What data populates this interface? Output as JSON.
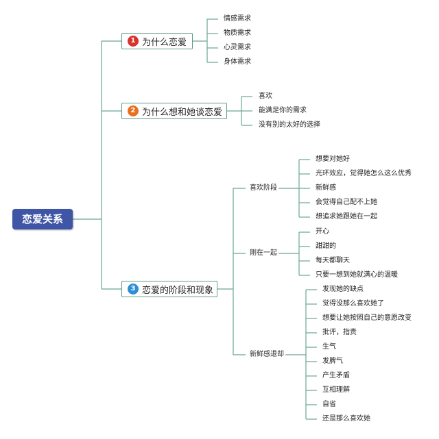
{
  "root": {
    "text": "恋爱关系"
  },
  "branch1": {
    "number": "1",
    "number_color": "#d9342b",
    "text": "为什么恋爱",
    "items": [
      "情感需求",
      "物质需求",
      "心灵需求",
      "身体需求"
    ]
  },
  "branch2": {
    "number": "2",
    "number_color": "#e8711f",
    "text": "为什么想和她谈恋爱",
    "items": [
      "喜欢",
      "能满足你的需求",
      "没有别的太好的选择"
    ]
  },
  "branch3": {
    "number": "3",
    "number_color": "#2f8fd6",
    "text": "恋爱的阶段和现象",
    "stages": [
      {
        "label": "喜欢阶段",
        "items": [
          "想要对她好",
          "光环效应，觉得她怎么这么优秀",
          "新鲜感",
          "会觉得自己配不上她",
          "想追求她跟她在一起"
        ]
      },
      {
        "label": "刚在一起",
        "items": [
          "开心",
          "甜甜的",
          "每天都聊天",
          "只要一想到她就满心的温暖"
        ]
      },
      {
        "label": "新鲜感退却",
        "items": [
          "发现她的缺点",
          "觉得没那么喜欢她了",
          "想要让她按照自己的意愿改变",
          "批评，指责",
          "生气",
          "发脾气",
          "产生矛盾",
          "互相理解",
          "自省",
          "还是那么喜欢她"
        ]
      }
    ]
  },
  "colors": {
    "line": "#6aa592",
    "root_fill": "#3f55a6",
    "branch_border": "#5e9b86"
  }
}
